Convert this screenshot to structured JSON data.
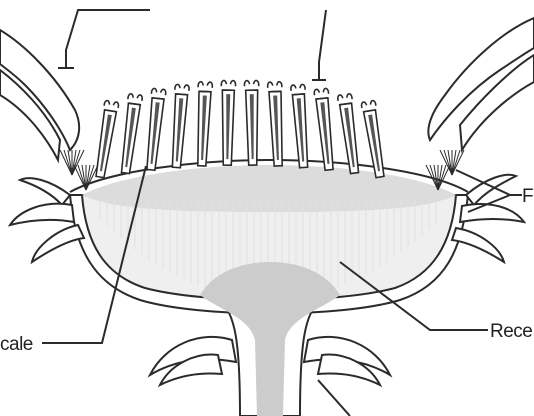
{
  "diagram": {
    "labels": {
      "scale": "cale",
      "receptacle": "Rece",
      "florets": "F"
    },
    "colors": {
      "outline": "#2b2b2b",
      "receptacle_fill": "#efefef",
      "top_band_fill": "#dcdcdc",
      "stem_fill": "#cccccc",
      "background": "#ffffff"
    }
  }
}
